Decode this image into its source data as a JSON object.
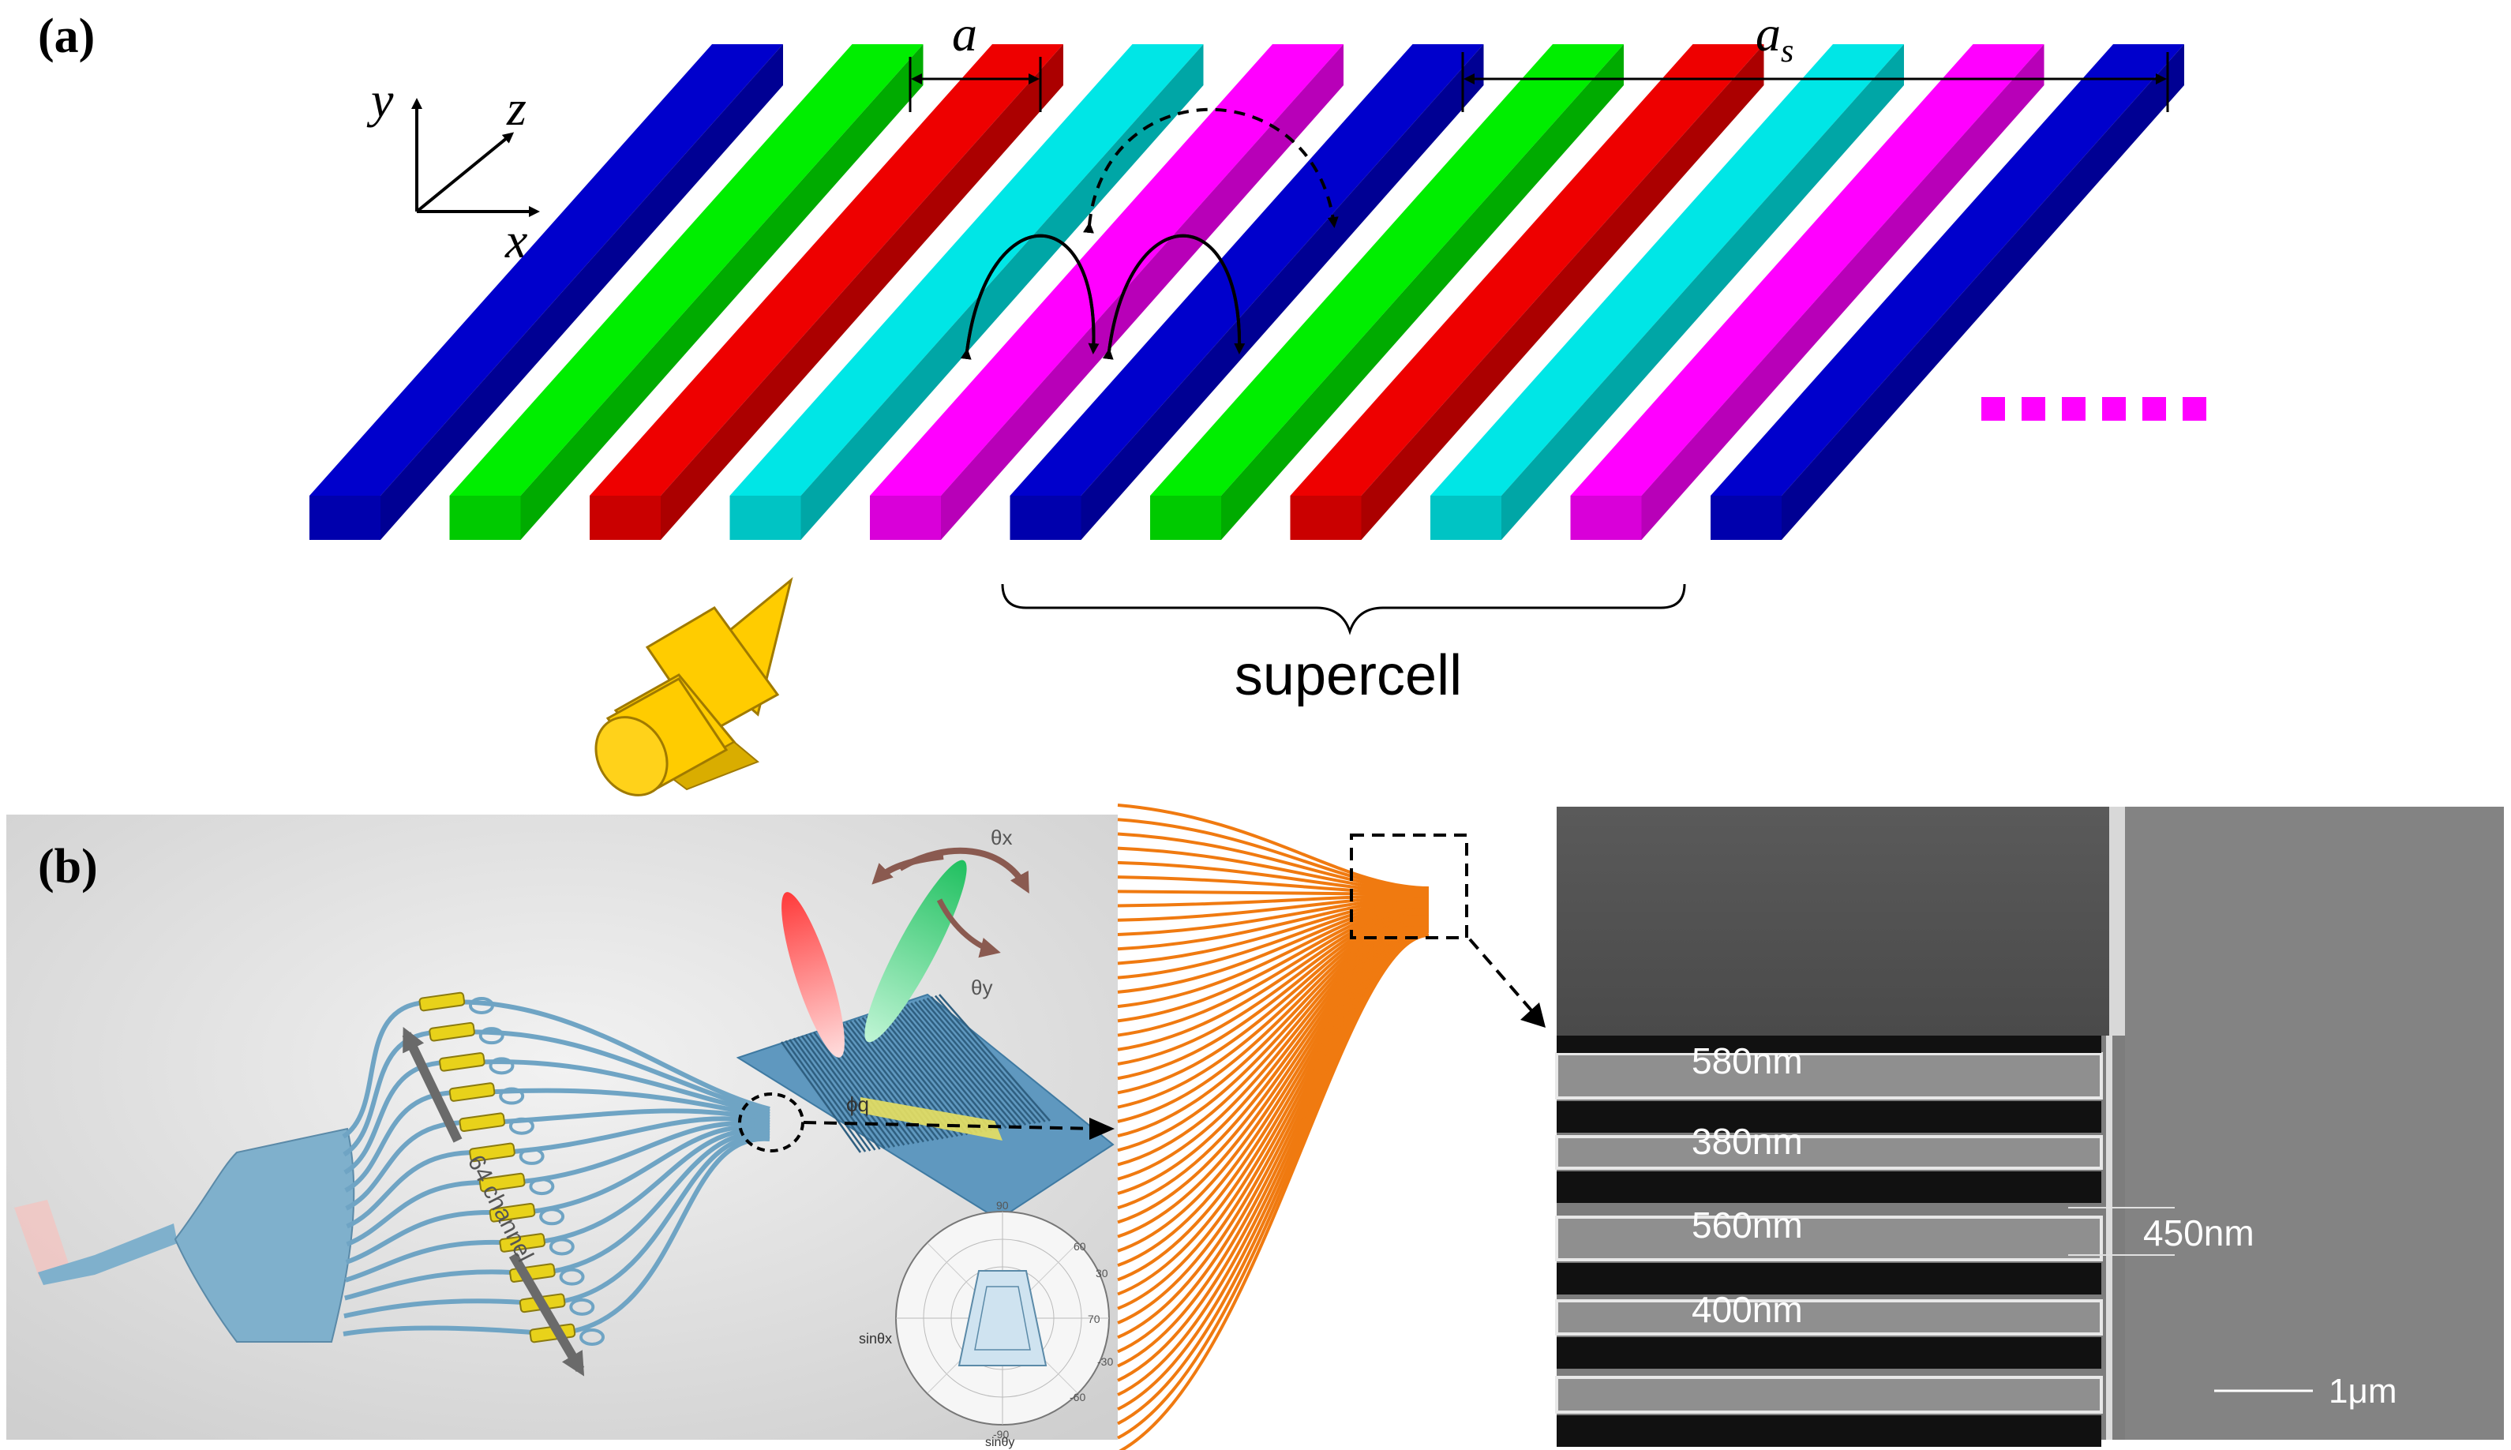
{
  "panel_a": {
    "label": "(a)",
    "axes": {
      "y": "y",
      "z": "z",
      "x": "x"
    },
    "lattice_constant": "a",
    "supercell_constant_base": "a",
    "supercell_constant_sub": "s",
    "supercell_text": "supercell",
    "waveguide_colors": [
      "#0000cc",
      "#00ee00",
      "#ee0000",
      "#00e6e6",
      "#ff00ff",
      "#0000cc",
      "#00ee00",
      "#ee0000",
      "#00e6e6",
      "#ff00ff",
      "#0000cc"
    ],
    "continuation_color": "#ff00ff",
    "source_color": "#ffcc00"
  },
  "panel_b": {
    "label": "(b)",
    "channel_label": "64 channel",
    "theta_x": "θx",
    "theta_y": "θy",
    "phi_label": "ϕq",
    "polar_labels": [
      "90",
      "30",
      "60",
      "70",
      "-30",
      "-60",
      "-90",
      "sinθx",
      "sinθy"
    ],
    "scale_bar": "1μm",
    "widths": [
      "580nm",
      "380nm",
      "560nm",
      "400nm"
    ],
    "gap": "450nm",
    "fan_color": "#f07a10"
  }
}
